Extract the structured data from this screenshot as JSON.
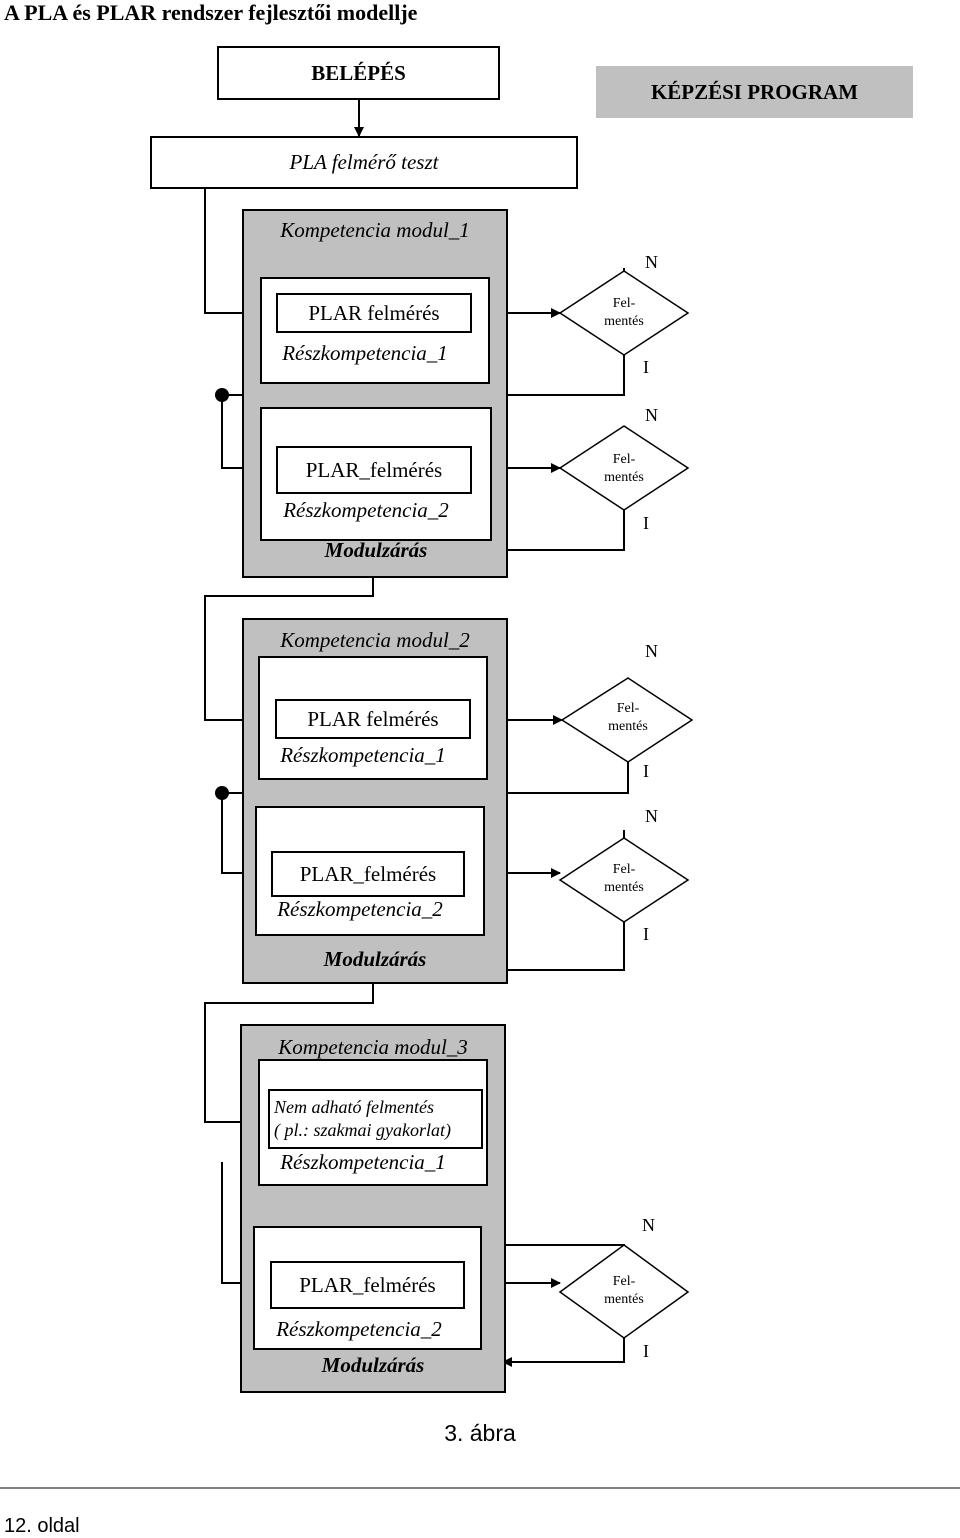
{
  "title": "A PLA és PLAR rendszer fejlesztői modellje",
  "start_label": "BELÉPÉS",
  "program_label": "KÉPZÉSI PROGRAM",
  "test_label": "PLA felmérő teszt",
  "diamond_line1": "Fel-",
  "diamond_line2": "mentés",
  "branch_no": "N",
  "branch_yes": "I",
  "modules": [
    {
      "title": "Kompetencia modul_1",
      "plar1": "PLAR  felmérés",
      "sub1": "Részkompetencia_1",
      "plar2": "PLAR_felmérés",
      "sub2": "Részkompetencia_2",
      "closing": "Modulzárás"
    },
    {
      "title": "Kompetencia modul_2",
      "plar1": "PLAR  felmérés",
      "sub1": "Részkompetencia_1",
      "plar2": "PLAR_felmérés",
      "sub2": "Részkompetencia_2",
      "closing": "Modulzárás"
    },
    {
      "title": "Kompetencia modul_3",
      "note1": "Nem adható felmentés",
      "note2": "( pl.: szakmai gyakorlat)",
      "sub1": "Részkompetencia_1",
      "plar2": "PLAR_felmérés",
      "sub2": "Részkompetencia_2",
      "closing": "Modulzárás"
    }
  ],
  "caption": "3. ábra",
  "footer": "12. oldal"
}
